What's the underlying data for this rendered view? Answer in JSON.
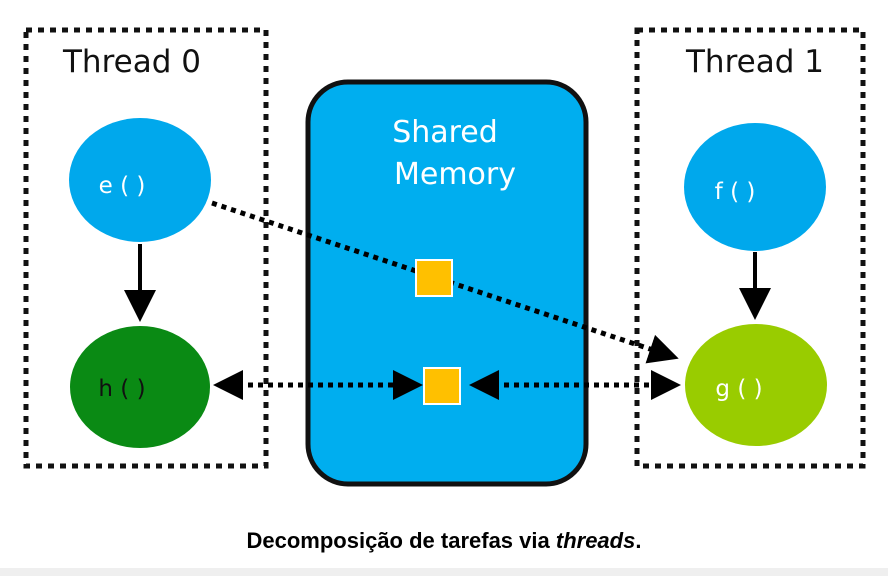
{
  "diagram": {
    "thread0": {
      "label": "Thread 0"
    },
    "thread1": {
      "label": "Thread 1"
    },
    "shared_memory": {
      "line1": "Shared",
      "line2": "Memory"
    },
    "nodes": {
      "e": {
        "label": "e ( )",
        "color": "#00a8ec"
      },
      "h": {
        "label": "h ( )",
        "color": "#0a8a14"
      },
      "f": {
        "label": "f ( )",
        "color": "#00a8ec"
      },
      "g": {
        "label": "g ( )",
        "color": "#99cc00"
      }
    },
    "colors": {
      "memory_fill": "#00aeef",
      "memory_border": "#111111",
      "memory_cell": "#ffc000",
      "thread_border": "#111111",
      "arrow": "#000000"
    }
  },
  "caption": {
    "main": "Decomposição de tarefas via",
    "emphasis": "threads",
    "end": "."
  }
}
